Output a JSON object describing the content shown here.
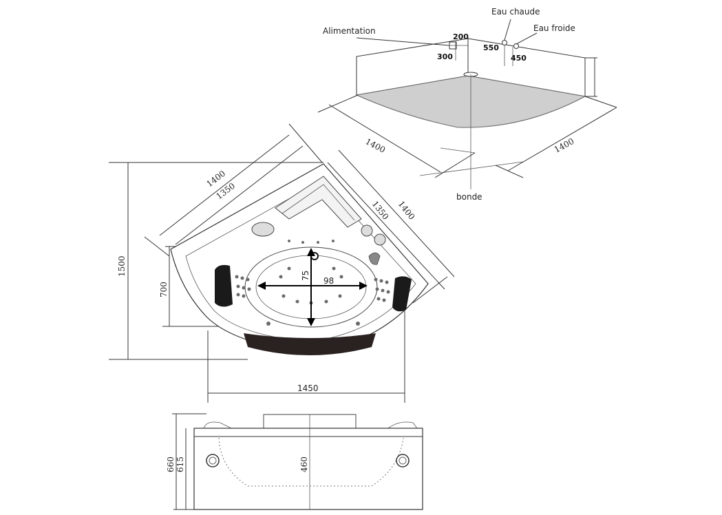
{
  "room_view": {
    "labels": {
      "alimentation": "Alimentation",
      "eau_chaude": "Eau chaude",
      "eau_froide": "Eau froide",
      "bonde": "bonde"
    },
    "dims": {
      "d200": "200",
      "d300": "300",
      "d550": "550",
      "d450": "450",
      "left_1400": "1400",
      "right_1400": "1400"
    }
  },
  "plan_view": {
    "dims": {
      "top_1400": "1400",
      "top_1350": "1350",
      "right_1350": "1350",
      "right_1400": "1400",
      "height_1500": "1500",
      "depth_700": "700",
      "width_1450": "1450",
      "basin_98": "98",
      "basin_75": "75"
    }
  },
  "side_view": {
    "dims": {
      "h660": "660",
      "h615": "615",
      "h460": "460"
    }
  },
  "colors": {
    "line": "#333333",
    "floor": "#cfcfcf",
    "headrest": "#1a1a1a",
    "front_panel": "#2a2220"
  }
}
